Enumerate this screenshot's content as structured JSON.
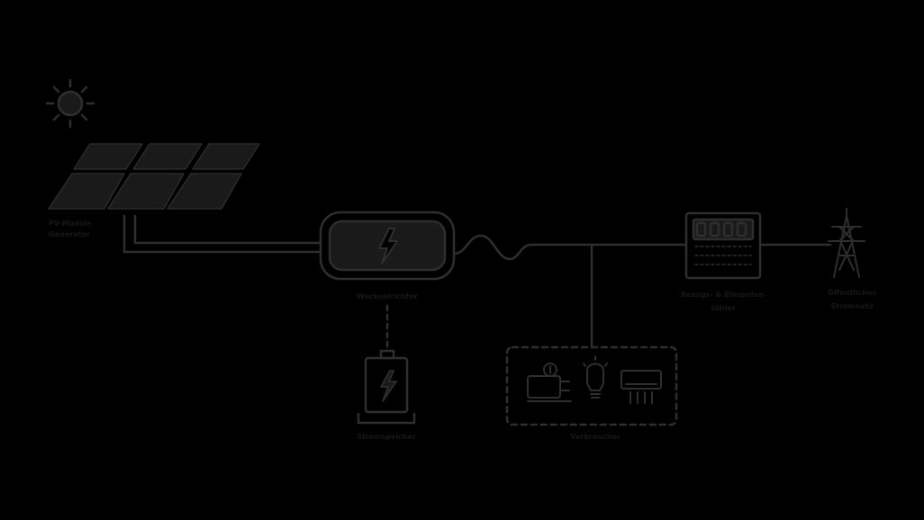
{
  "colors": {
    "background": "#000000",
    "stroke": "#2e2e2e",
    "fill": "#1a1a1a",
    "label": "#171717"
  },
  "labels": {
    "pv_line1": "PV-Module",
    "pv_line2": "Generator",
    "inverter": "Wechselrichter",
    "storage": "Stromspeicher",
    "consumers": "Verbraucher",
    "meter_line1": "Bezugs- & Einspeise-",
    "meter_line2": "zähler",
    "grid_line1": "Öffentliches",
    "grid_line2": "Stromnetz"
  }
}
